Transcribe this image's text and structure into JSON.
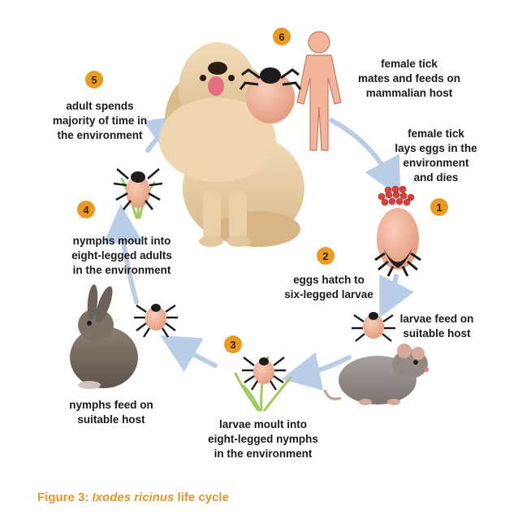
{
  "steps": [
    {
      "num": "1",
      "lines": [
        "female tick",
        "lays eggs in the",
        "environment",
        "and dies"
      ]
    },
    {
      "num": "2",
      "lines": [
        "eggs hatch to",
        "six-legged larvae"
      ]
    },
    {
      "num": "3",
      "lines": [
        "larvae moult into",
        "eight-legged nymphs",
        "in the environment"
      ]
    },
    {
      "num": "4",
      "lines": [
        "nymphs moult into",
        "eight-legged adults",
        "in the environment"
      ]
    },
    {
      "num": "5",
      "lines": [
        "adult spends",
        "majority of time in",
        "the environment"
      ]
    },
    {
      "num": "6",
      "lines": [
        "female tick",
        "mates and feeds on",
        "mammalian host"
      ]
    }
  ],
  "host_labels": {
    "larvae_feed": [
      "larvae feed on",
      "suitable host"
    ],
    "nymphs_feed": [
      "nymphs feed on",
      "suitable host"
    ]
  },
  "caption": {
    "prefix": "Figure 3: ",
    "species": "Ixodes ricinus",
    "suffix": " life cycle"
  },
  "colors": {
    "badge": "#e89a22",
    "arrow": "#b9cde6",
    "caption": "#e8952a",
    "tick_body": "#f0b59a",
    "tick_head": "#1c1c1c",
    "eggs": "#d9403a",
    "grass": "#9ccc5a"
  },
  "icons": [
    "dog",
    "human-silhouette",
    "rabbit",
    "rat",
    "tick",
    "egg-cluster",
    "grass"
  ]
}
